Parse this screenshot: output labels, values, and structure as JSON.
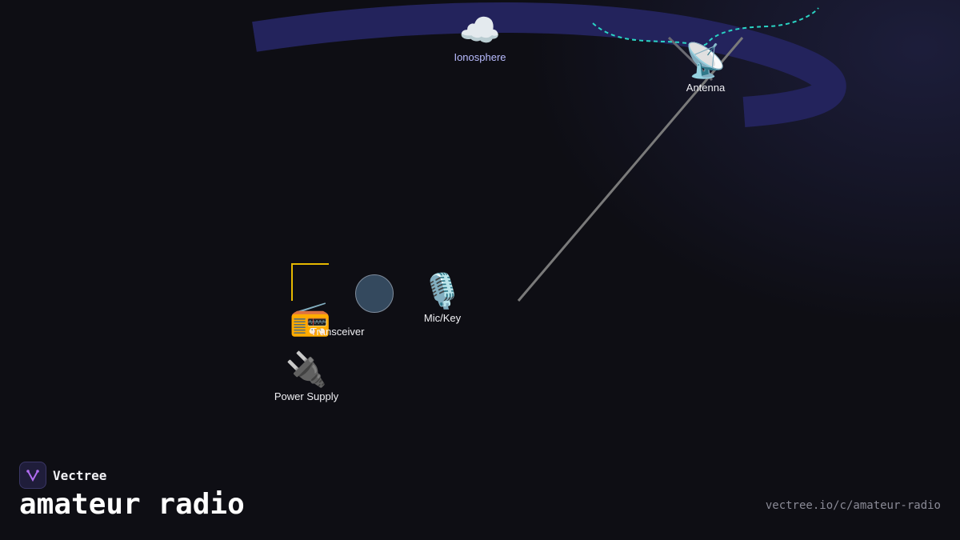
{
  "diagram": {
    "nodes": {
      "ionosphere": {
        "label": "Ionosphere",
        "icon": "cloud-icon",
        "glyph": "☁️"
      },
      "antenna": {
        "label": "Antenna",
        "icon": "satellite-antenna-icon",
        "glyph": "📡"
      },
      "transceiver": {
        "label": "Transceiver",
        "icon": "radio-icon",
        "glyph": "📻"
      },
      "mic_key": {
        "label": "Mic/Key",
        "icon": "microphone-icon",
        "glyph": "🎙️"
      },
      "power_supply": {
        "label": "Power Supply",
        "icon": "plug-icon",
        "glyph": "🔌"
      }
    },
    "colors": {
      "sky_wave": "#23235c",
      "signal": "#2ad4c4",
      "feedline": "#7a7a7a",
      "bracket": "#e6b800",
      "status_dot": "#34495e"
    }
  },
  "footer": {
    "brand_name": "Vectree",
    "topic": "amateur radio",
    "url": "vectree.io/c/amateur-radio"
  }
}
